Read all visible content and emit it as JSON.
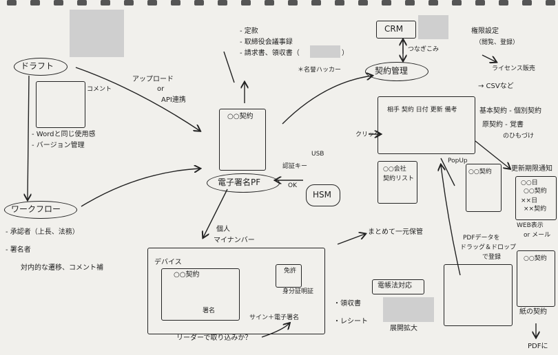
{
  "labels": {
    "draft": "ドラフト",
    "comment": "コメント",
    "word_same": "- Wordと同じ使用感",
    "version_mgmt": "- バージョン管理",
    "upload": "アップロード",
    "or1": "or",
    "api": "API連携",
    "workflow": "ワークフロー",
    "approver": "- 承認者（上長、法務）",
    "signer": "- 署名者",
    "internal": "対内的な遷移、コメント補",
    "contract_doc": "○○契約",
    "esign_pf": "電子署名PF",
    "usb": "USB",
    "auth": "認証キー",
    "ok": "OK",
    "hsm": "HSM",
    "list_fixed": "- 定款",
    "list_minutes": "- 取締役会議事録",
    "list_invoice": "- 請求書、領収書（",
    "list_invoice_end": "）",
    "hacker": "＊名誉ハッカー",
    "crm": "CRM",
    "link": "つなぎこみ",
    "contract_mgmt": "契約管理",
    "perm": "権限設定",
    "perm_sub": "（閲覧、登録）",
    "license": "ライセンス販売",
    "csv": "→ CSVなど",
    "table_cols": "相手 契約 日付 更新 備考",
    "base_contract": "基本契約 - 個別契約",
    "sub_contract": "原契約 - 覚書",
    "tie": "のひもづけ",
    "click": "クリック",
    "company_list_1": "○○会社",
    "company_list_2": "契約リスト",
    "popup": "PopUp",
    "contract_doc2": "○○契約",
    "renewal": "更新期限通知",
    "renew_1": "○○日",
    "renew_2": "○○契約",
    "renew_3": "××日",
    "renew_4": "××契約",
    "web_display": "WEB表示",
    "or_mail": "or メール",
    "personal": "個人",
    "mynumber": "マイナンバー",
    "device": "デバイス",
    "contract_doc3": "○○契約",
    "sign_label": "署名",
    "id_card": "免許",
    "id_check": "身分証明証",
    "sign_esign": "サイン＋電子署名",
    "reader": "リーダーで取り込みか？",
    "centralized": "まとめて一元保管",
    "pdf_drop_1": "PDFデータを",
    "pdf_drop_2": "ドラッグ＆ドロップ",
    "pdf_drop_3": "で登録",
    "doc_small": "○○契約",
    "paper_contract": "紙の契約",
    "pdf_to": "PDFに",
    "receipt": "・領収書",
    "receipt2": "・レシート",
    "ebook": "電帳法対応",
    "mask_print": "展開拡大"
  }
}
